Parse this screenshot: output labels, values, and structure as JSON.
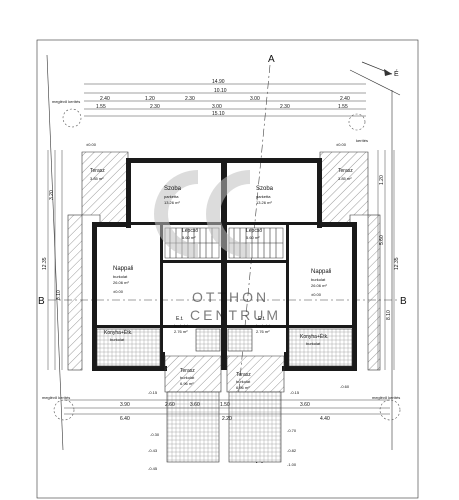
{
  "axis_top": "A",
  "axis_bottom": "A",
  "axis_left": "B",
  "axis_right": "B",
  "north_label": "É",
  "watermark": {
    "line1": "OTTHON",
    "line2": "CENTRUM"
  },
  "dimensions_top": {
    "total": "14.90",
    "inner": "10.10",
    "row1": [
      "2.40",
      "1.20",
      "2.30",
      "3.00",
      "2.40"
    ],
    "row2": [
      "1.55",
      "2.30",
      "3.00",
      "2.30",
      "1.55"
    ],
    "overall": "15.10"
  },
  "dimensions_bottom": {
    "row1": [
      "3.90",
      "2.60",
      "3.60",
      "1.50",
      "3.60"
    ],
    "row2": [
      "6.40",
      "2.20",
      "4.40"
    ]
  },
  "dimensions_side": {
    "left": [
      "12.35",
      "3.20",
      "8.10"
    ],
    "right": [
      "12.35",
      "1.20",
      "5.60",
      "8.10"
    ]
  },
  "rooms": {
    "left_terrace_top": {
      "name": "Terasz",
      "area": "3.85 m²"
    },
    "right_terrace_top": {
      "name": "Terasz",
      "area": "3.85 m²"
    },
    "left_szoba": {
      "name": "Szoba",
      "floor": "parketta",
      "area": "13.26 m²"
    },
    "right_szoba": {
      "name": "Szoba",
      "floor": "parketta",
      "area": "13.26 m²"
    },
    "left_lepcso": {
      "name": "Lépcső",
      "area": "5.60 m²"
    },
    "right_lepcso": {
      "name": "Lépcső",
      "area": "5.60 m²"
    },
    "left_nappali": {
      "name": "Nappali",
      "floor": "burkolat",
      "area": "26.06 m²",
      "level": "±0.00"
    },
    "right_nappali": {
      "name": "Nappali",
      "floor": "burkolat",
      "area": "26.06 m²",
      "level": "±0.00"
    },
    "left_konyha": {
      "name": "Konyha+Étk.",
      "floor": "burkolat"
    },
    "right_konyha": {
      "name": "Konyha+Étk.",
      "floor": "burkolat"
    },
    "left_ek": {
      "name": "E.t.",
      "floor": "burkolat",
      "area": "2.76 m²"
    },
    "right_ek": {
      "name": "E.t.",
      "floor": "burkolat",
      "area": "2.76 m²"
    },
    "left_terrace_bottom": {
      "name": "Terasz",
      "floor": "burkolat",
      "area": "6.96 m²"
    },
    "right_terrace_bottom": {
      "name": "Terasz",
      "floor": "burkolat",
      "area": "6.96 m²"
    }
  },
  "levels": {
    "top_left": "±0.00",
    "top_right": "±0.00",
    "bottom_left": "-0.15",
    "bottom_right": "-0.15",
    "entry": "-0.60",
    "lower_left": [
      "-0.30",
      "-0.43",
      "-0.45"
    ],
    "lower_right": [
      "-0.70",
      "-0.82",
      "-1.00"
    ]
  },
  "tree_label": "meglévő kerítés",
  "fence_label": "kerítés"
}
